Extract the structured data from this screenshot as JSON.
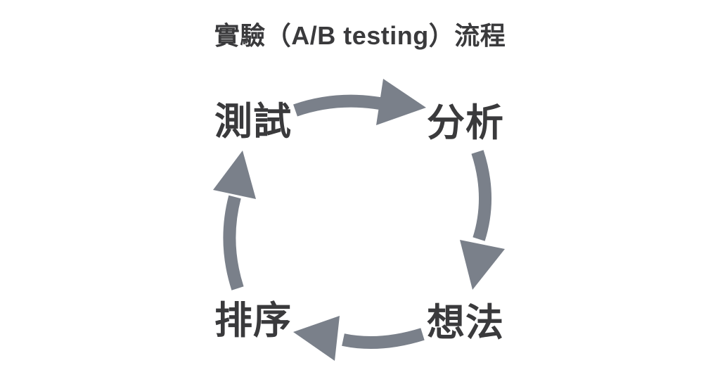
{
  "title": "實驗（A/B testing）流程",
  "diagram": {
    "nodes": [
      {
        "id": "test",
        "label": "測試"
      },
      {
        "id": "analysis",
        "label": "分析"
      },
      {
        "id": "ideas",
        "label": "想法"
      },
      {
        "id": "prioritize",
        "label": "排序"
      }
    ],
    "arrows": [
      {
        "name": "arrow-test-to-analysis-icon",
        "from": "測試",
        "to": "分析",
        "direction": "right"
      },
      {
        "name": "arrow-analysis-to-ideas-icon",
        "from": "分析",
        "to": "想法",
        "direction": "down"
      },
      {
        "name": "arrow-ideas-to-prioritize-icon",
        "from": "想法",
        "to": "排序",
        "direction": "left"
      },
      {
        "name": "arrow-prioritize-to-test-icon",
        "from": "排序",
        "to": "測試",
        "direction": "up"
      }
    ]
  },
  "colors": {
    "background": "#ffffff",
    "text": "#3a3a3c",
    "arrow": "#7a808a"
  }
}
